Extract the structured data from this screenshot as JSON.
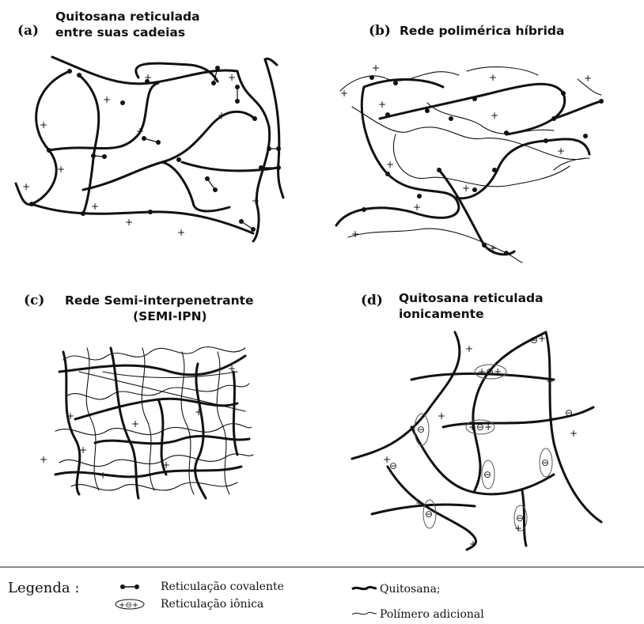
{
  "panels": {
    "a": {
      "letter": "(a)",
      "title_line1": "Quitosana  reticulada",
      "title_line2": "entre suas cadeias"
    },
    "b": {
      "letter": "(b)",
      "title_line1": "Rede polimérica híbrida"
    },
    "c": {
      "letter": "(c)",
      "title_line1": "Rede Semi-interpenetrante",
      "title_line2": "(SEMI-IPN)"
    },
    "d": {
      "letter": "(d)",
      "title_line1": "Quitosana reticulada",
      "title_line2": "ionicamente"
    }
  },
  "symbols": {
    "plus": "+",
    "minus": "⊖",
    "ionic_pair": "+⊖+"
  },
  "legend": {
    "title": "Legenda :",
    "covalent": "Reticulação covalente",
    "ionic": "Reticulação iônica",
    "chitosan": "Quitosana;",
    "additional_polymer": "Polímero adicional"
  }
}
